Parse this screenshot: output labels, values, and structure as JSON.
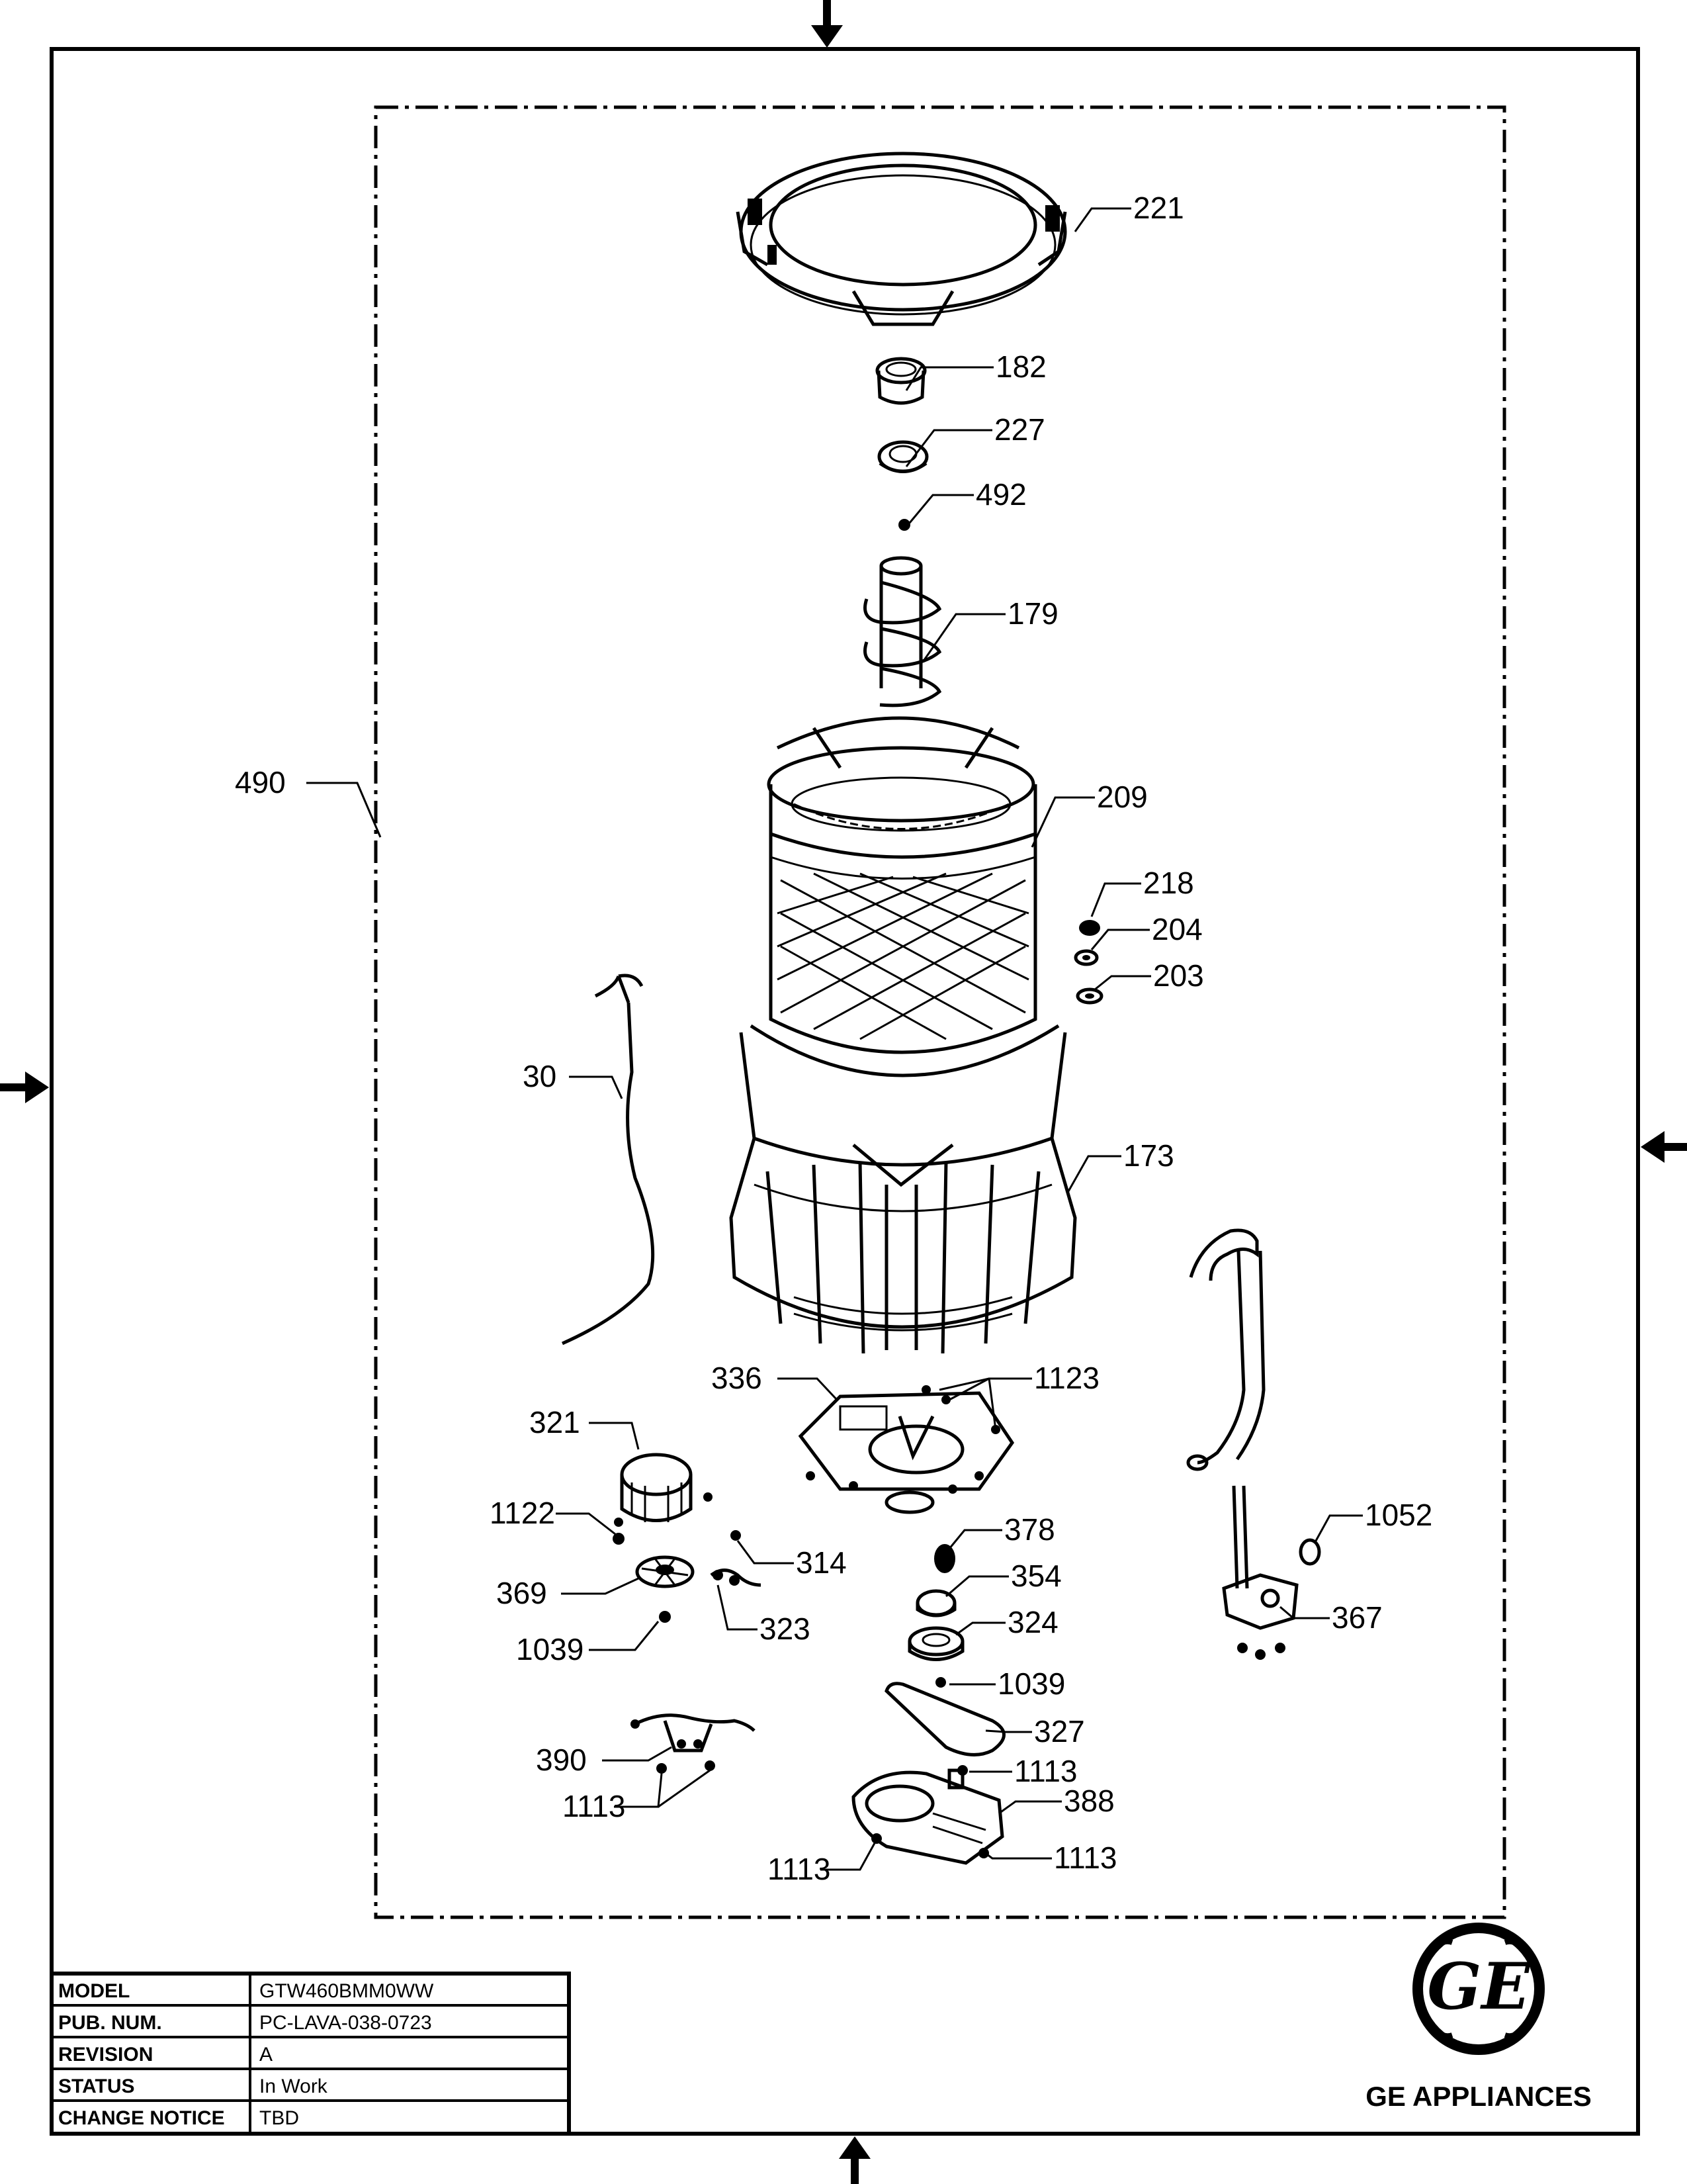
{
  "title_block": {
    "rows": [
      {
        "label": "MODEL",
        "value": "GTW460BMM0WW"
      },
      {
        "label": "PUB. NUM.",
        "value": "PC-LAVA-038-0723"
      },
      {
        "label": "REVISION",
        "value": "A"
      },
      {
        "label": "STATUS",
        "value": "In Work"
      },
      {
        "label": "CHANGE NOTICE",
        "value": "TBD"
      }
    ]
  },
  "brand": {
    "logo_text": "GE",
    "name": "GE APPLIANCES"
  },
  "callouts": {
    "c221": "221",
    "c182": "182",
    "c227": "227",
    "c492": "492",
    "c179": "179",
    "c490": "490",
    "c209": "209",
    "c218": "218",
    "c204": "204",
    "c203": "203",
    "c30": "30",
    "c173": "173",
    "c336": "336",
    "c1123": "1123",
    "c321": "321",
    "c1122": "1122",
    "c1052": "1052",
    "c378": "378",
    "c314": "314",
    "c354": "354",
    "c369": "369",
    "c367": "367",
    "c324": "324",
    "c323": "323",
    "c1039a": "1039",
    "c1039b": "1039",
    "c327": "327",
    "c390": "390",
    "c1113a": "1113",
    "c1113b": "1113",
    "c388": "388",
    "c1113c": "1113",
    "c1113d": "1113"
  }
}
